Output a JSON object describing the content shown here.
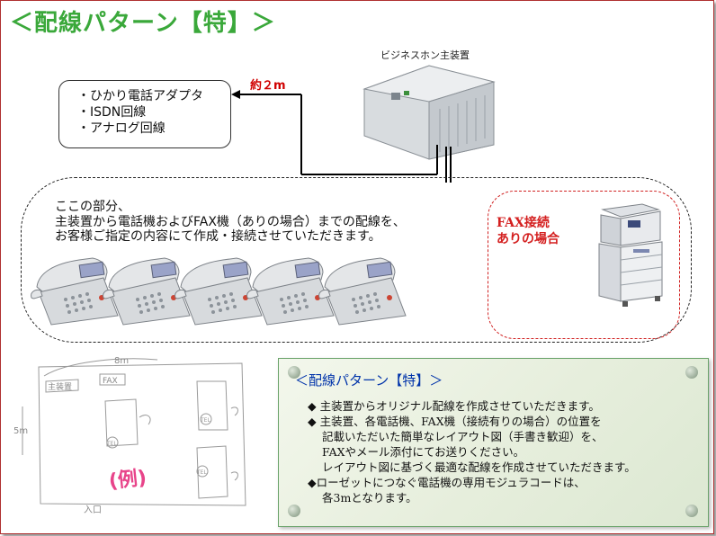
{
  "title": "＜配線パターン【特】＞",
  "device_label": "ビジネスホン主装置",
  "cable_label": "約２m",
  "line_types": [
    "・ひかり電話アダプタ",
    "・ISDN回線",
    "・アナログ回線"
  ],
  "region_note": [
    "ここの部分、",
    "主装置から電話機およびFAX機（ありの場合）までの配線を、",
    "お客様ご指定の内容にて作成・接続させていただきます。"
  ],
  "fax_label": [
    "FAX接続",
    "ありの場合"
  ],
  "sketch": {
    "width_label": "8m",
    "height_label": "5m",
    "device_box": "主装置",
    "fax_box": "FAX",
    "tel_label": "TEL",
    "entrance_label": "入口",
    "example_label": "(例)"
  },
  "pattern_card": {
    "title": "＜配線パターン【特】＞",
    "bullet_1": "◆ 主装置からオリジナル配線を作成させていただきます。",
    "bullet_2": [
      "◆ 主装置、各電話機、FAX機（接続有りの場合）の位置を",
      "記載いただいた簡単なレイアウト図（手書き歓迎）を、",
      "FAXやメール添付にてお送りください。",
      "レイアウト図に基づく最適な配線を作成させていただきます。"
    ],
    "bullet_3": [
      "◆ローゼットにつなぐ電話機の専用モジュラコードは、",
      "各3mとなります。"
    ]
  },
  "colors": {
    "title": "#3aa83a",
    "accent_red": "#d00000",
    "card_title": "#0033aa",
    "card_border": "#6aa36a"
  }
}
